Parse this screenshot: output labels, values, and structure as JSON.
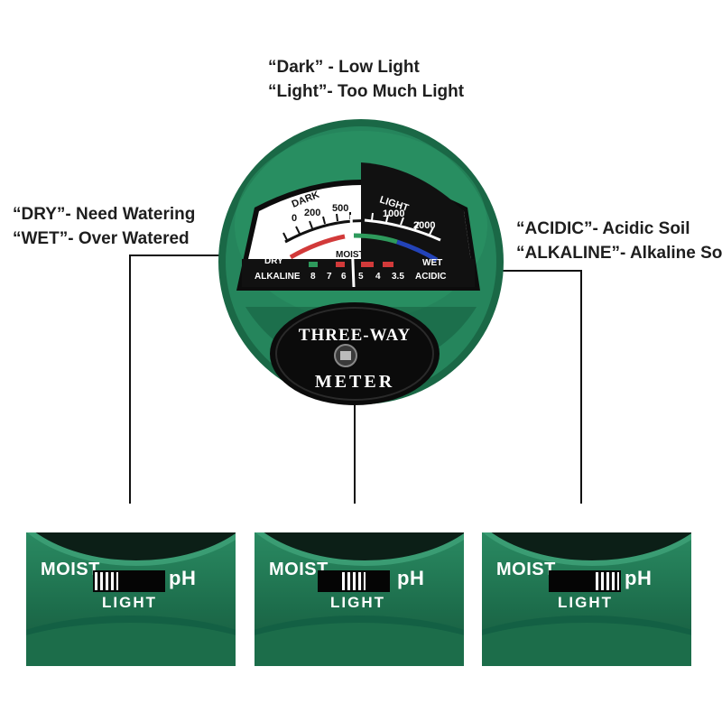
{
  "annotations": {
    "light": [
      "“Dark” - Low Light",
      "“Light”- Too Much Light"
    ],
    "moisture": [
      "“DRY”- Need Watering",
      "“WET”- Over Watered"
    ],
    "ph": [
      "“ACIDIC”- Acidic Soil",
      "“ALKALINE”- Alkaline Soil"
    ]
  },
  "meter": {
    "dial": {
      "dark_label": "DARK",
      "light_label": "LIGHT",
      "light_ticks": [
        "0",
        "200",
        "500",
        "1000",
        "2000"
      ],
      "moist_label": "MOIST",
      "dry_label": "DRY",
      "wet_label": "WET",
      "alkaline_label": "ALKALINE",
      "acidic_label": "ACIDIC",
      "ph_ticks": [
        "8",
        "7",
        "6",
        "5",
        "4",
        "3.5"
      ]
    },
    "badge": {
      "line1": "THREE-WAY",
      "line2": "METER"
    },
    "colors": {
      "body": "#1f7a55",
      "dial_face": "#ffffff",
      "dial_dark": "#111111",
      "moist_red": "#d23a3a",
      "moist_green": "#2e9a5c",
      "moist_blue": "#2343b8"
    }
  },
  "switch_panels": [
    {
      "moist_label": "MOIST",
      "ph_label": "pH",
      "light_label": "LIGHT",
      "position": "moist"
    },
    {
      "moist_label": "MOIST",
      "ph_label": "pH",
      "light_label": "LIGHT",
      "position": "light"
    },
    {
      "moist_label": "MOIST",
      "ph_label": "pH",
      "light_label": "LIGHT",
      "position": "ph"
    }
  ]
}
